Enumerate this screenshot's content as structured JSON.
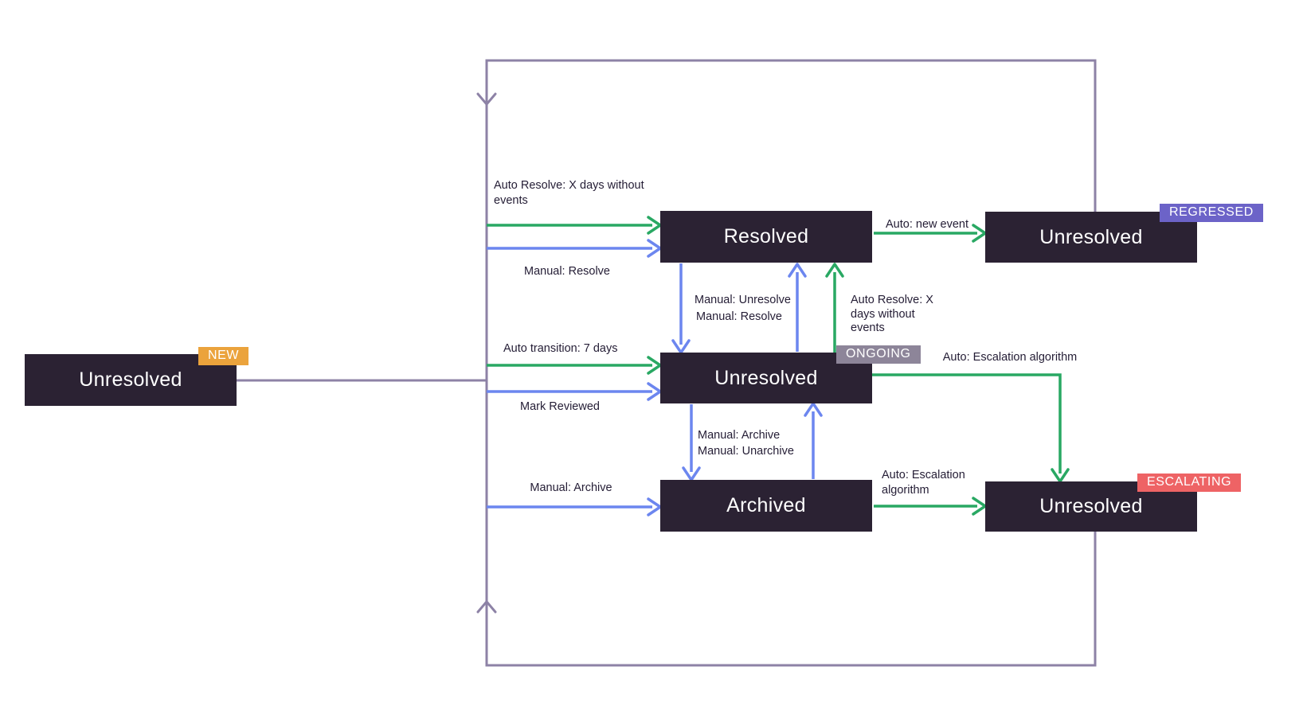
{
  "diagram_type": "issue-state-machine",
  "states": {
    "new": {
      "label": "Unresolved",
      "badge": "NEW"
    },
    "resolved": {
      "label": "Resolved"
    },
    "ongoing": {
      "label": "Unresolved",
      "badge": "ONGOING"
    },
    "archived": {
      "label": "Archived"
    },
    "regressed": {
      "label": "Unresolved",
      "badge": "REGRESSED"
    },
    "escalating": {
      "label": "Unresolved",
      "badge": "ESCALATING"
    }
  },
  "transitions": {
    "auto_resolve_to_resolved": "Auto Resolve: X days without events",
    "manual_resolve_to_resolved": "Manual: Resolve",
    "auto_transition_7_days": "Auto transition: 7 days",
    "mark_reviewed": "Mark Reviewed",
    "manual_archive_to_archived": "Manual: Archive",
    "manual_unresolve": "Manual: Unresolve",
    "manual_resolve_from_ongoing": "Manual: Resolve",
    "auto_resolve_from_ongoing": "Auto Resolve: X days without events",
    "auto_new_event": "Auto: new event",
    "auto_escalation_from_ongoing": "Auto: Escalation algorithm",
    "manual_archive_from_ongoing": "Manual: Archive",
    "manual_unarchive": "Manual: Unarchive",
    "auto_escalation_from_archived": "Auto: Escalation algorithm"
  },
  "colors": {
    "state_fill": "#2B2233",
    "state_text": "#FFFFFF",
    "auto_transition_green": "#29A863",
    "manual_transition_blue": "#6C86EF",
    "loop_line_purple": "#8D82A6",
    "edge_label_text": "#241D35",
    "badge_new": "#EBA33C",
    "badge_ongoing": "#8D8599",
    "badge_regressed": "#6C63C8",
    "badge_escalating": "#EE6365",
    "background": "#FFFFFF"
  }
}
